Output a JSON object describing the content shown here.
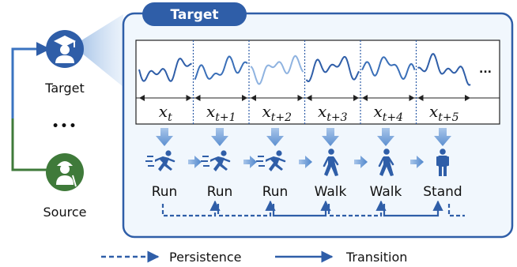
{
  "target_box": {
    "title": "Target"
  },
  "left_panel": {
    "target_label": "Target",
    "ellipsis": "•••",
    "source_label": "Source"
  },
  "signal": {
    "segments": [
      {
        "base": "x",
        "sub": "t"
      },
      {
        "base": "x",
        "sub": "t+1"
      },
      {
        "base": "x",
        "sub": "t+2"
      },
      {
        "base": "x",
        "sub": "t+3"
      },
      {
        "base": "x",
        "sub": "t+4"
      },
      {
        "base": "x",
        "sub": "t+5"
      }
    ],
    "trailing_ellipsis": "..."
  },
  "activities": [
    {
      "label": "Run",
      "icon": "running-person-icon"
    },
    {
      "label": "Run",
      "icon": "running-person-icon"
    },
    {
      "label": "Run",
      "icon": "running-person-icon"
    },
    {
      "label": "Walk",
      "icon": "walking-person-icon"
    },
    {
      "label": "Walk",
      "icon": "walking-person-icon"
    },
    {
      "label": "Stand",
      "icon": "standing-person-icon"
    }
  ],
  "legend": {
    "persistence_label": "Persistence",
    "transition_label": "Transition"
  },
  "colors": {
    "primary_blue": "#2f5ea8",
    "light_blue": "#8fb3e0",
    "panel_fill": "#f1f7fd",
    "green": "#3f7a3a"
  }
}
